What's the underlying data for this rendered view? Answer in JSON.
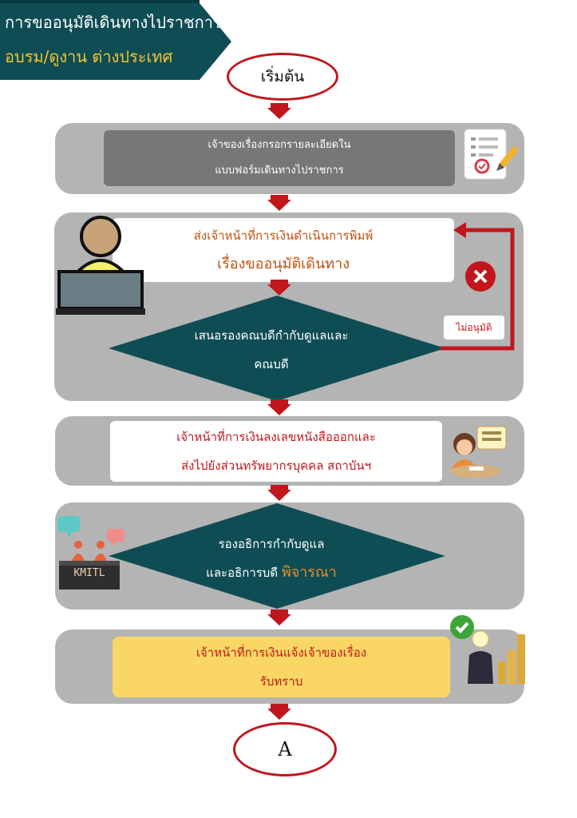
{
  "title": {
    "line1": "การขออนุมัติเดินทางไปราชการ",
    "line2": "อบรม/ดูงาน ต่างประเทศ"
  },
  "start_label": "เริ่มต้น",
  "step1": {
    "line1": "เจ้าของเรื่องกรอกรายละเอียดใน",
    "line2": "แบบฟอร์มเดินทางไปราชการ"
  },
  "step2": {
    "line1": "ส่งเจ้าหน้าที่การเงินดำเนินการพิมพ์",
    "line2": "เรื่องขออนุมัติเดินทาง"
  },
  "decision1": {
    "line1": "เสนอรองคณบดีกำกับดูแลและ",
    "line2": "คณบดี"
  },
  "reject_label": "ไม่อนุมัติ",
  "step3": {
    "line1": "เจ้าหน้าที่การเงินลงเลขหนังสือออกและ",
    "line2": "ส่งไปยังส่วนทรัพยากรบุคคล สถาบันฯ"
  },
  "decision2": {
    "line1": "รองอธิการกำกับดูแล",
    "line2_prefix": "และอธิการบดี ",
    "line2_highlight": "พิจารณา"
  },
  "desk_label": "KMITL",
  "step4": {
    "line1": "เจ้าหน้าที่การเงินแจ้งเจ้าของเรื่อง",
    "line2": "รับทราบ"
  },
  "end_label": "A",
  "colors": {
    "teal": "#0f4d55",
    "red": "#c0161c",
    "orange": "#c0510f",
    "gray_panel": "#b4b4b4",
    "gray_box": "#777777",
    "yellow_box": "#fad765",
    "title_yellow": "#f2c230"
  }
}
